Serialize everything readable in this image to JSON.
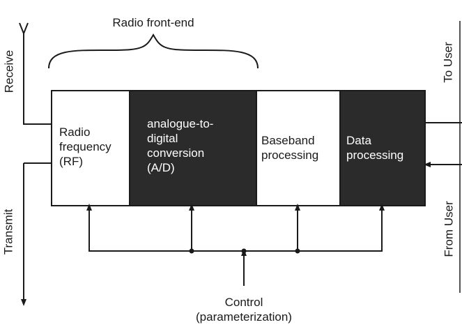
{
  "top_label": "Radio front-end",
  "blocks": [
    {
      "lines": [
        "Radio",
        "frequency",
        "(RF)"
      ],
      "fill": "#ffffff"
    },
    {
      "lines": [
        "analogue-to-",
        "digital",
        "conversion",
        "(A/D)"
      ],
      "fill": "#2b2b2b"
    },
    {
      "lines": [
        "Baseband",
        "processing"
      ],
      "fill": "#ffffff"
    },
    {
      "lines": [
        "Data",
        "processing"
      ],
      "fill": "#2b2b2b"
    }
  ],
  "side_labels": {
    "receive": "Receive",
    "transmit": "Transmit",
    "to_user": "To User",
    "from_user": "From User"
  },
  "control": {
    "line1": "Control",
    "line2": "(parameterization)"
  },
  "colors": {
    "ink": "#1a1a1a",
    "dark_block": "#2b2b2b",
    "light_block": "#ffffff",
    "background": "#ffffff"
  }
}
